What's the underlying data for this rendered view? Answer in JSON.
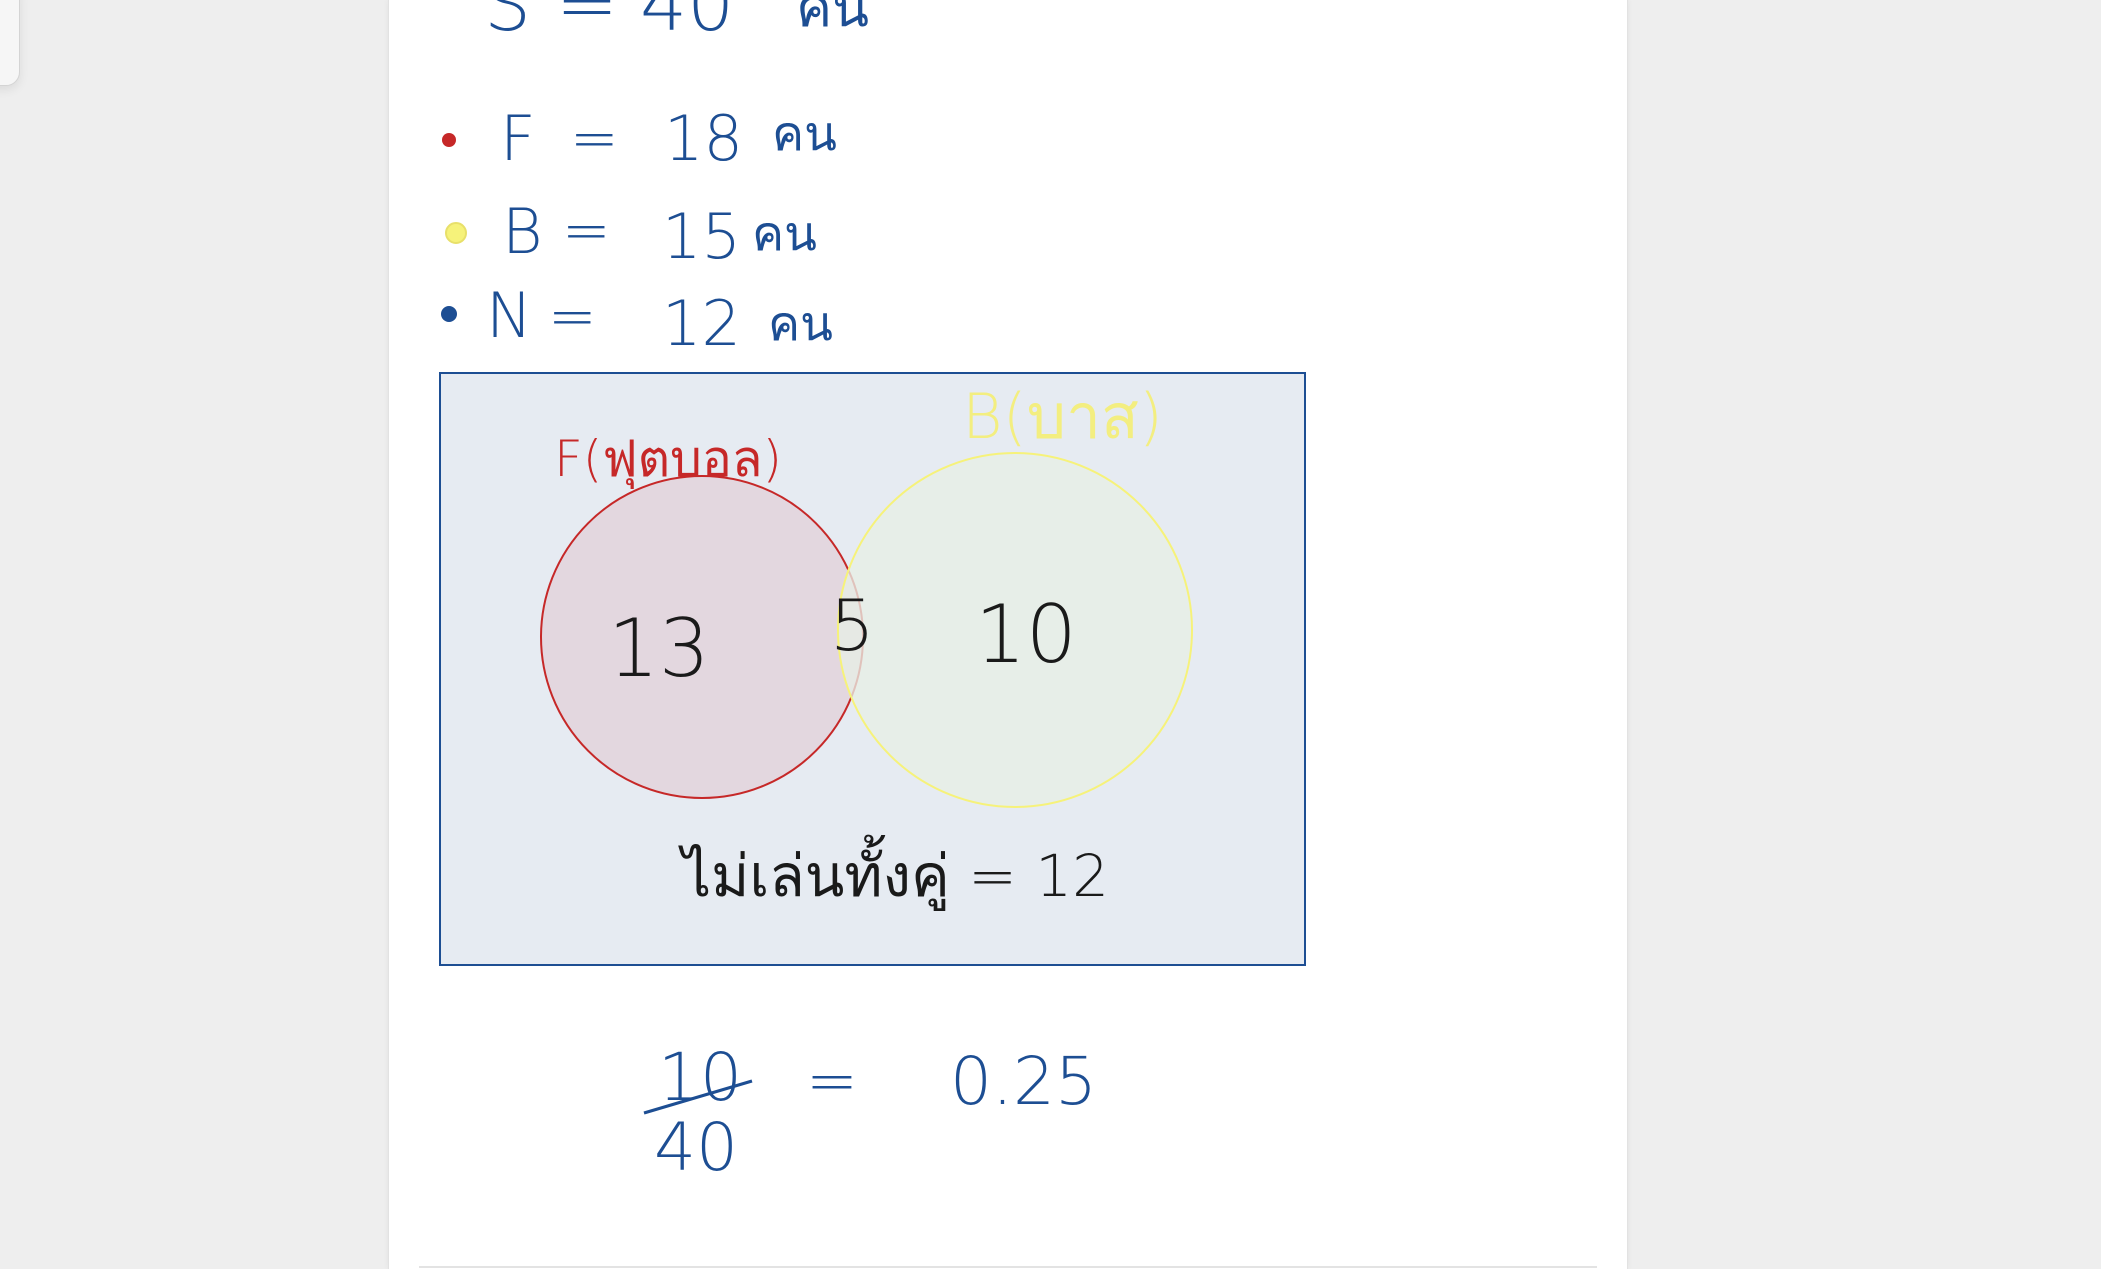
{
  "note": {
    "sample_space": {
      "symbol": "S",
      "eq": "=",
      "value": "40",
      "unit": "คน"
    },
    "legend": [
      {
        "symbol": "F",
        "eq": "=",
        "value": "18",
        "unit": "คน",
        "dot_color": "#c62828"
      },
      {
        "symbol": "B",
        "eq": "=",
        "value": "15",
        "unit": "คน",
        "dot_color": "#f6f27a"
      },
      {
        "symbol": "N",
        "eq": "=",
        "value": "12",
        "unit": "คน",
        "dot_color": "#1d4e93"
      }
    ],
    "venn": {
      "left_label": "F(ฟุตบอล)",
      "right_label": "B(บาส)",
      "left_only": "13",
      "both": "5",
      "right_only": "10",
      "neither_label": "ไม่เล่นทั้งคู่ = 12",
      "colors": {
        "frame": "#1d4e93",
        "frame_fill": "#e6ebf2",
        "left_circle": "#c62828",
        "left_fill": "#e3d7df",
        "right_circle": "#f6f27a",
        "right_fill": "#e7eee6"
      }
    },
    "fraction": {
      "numerator": "10",
      "denominator": "40",
      "eq": "=",
      "result": "0.25"
    }
  }
}
